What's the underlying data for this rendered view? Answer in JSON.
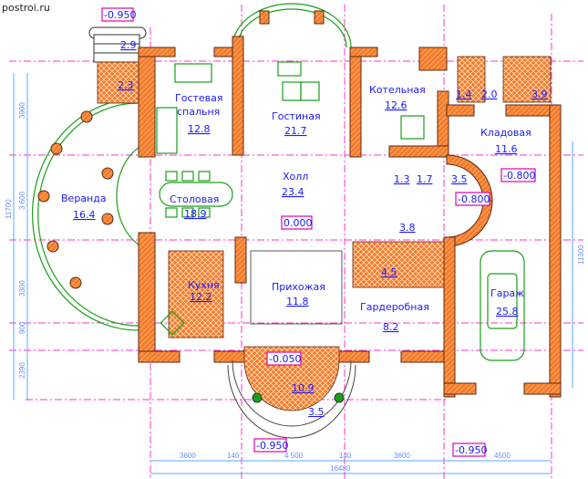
{
  "site_label": "postroi.ru",
  "rooms": {
    "guest_bedroom": {
      "name_line1": "Гостевая",
      "name_line2": "спальня",
      "area": "12.8"
    },
    "living_room": {
      "name": "Гостиная",
      "area": "21.7"
    },
    "boiler_room": {
      "name": "Котельная",
      "area": "12.6"
    },
    "storage": {
      "name": "Кладовая",
      "area": "11.6"
    },
    "hall": {
      "name": "Холл",
      "area": "23.4"
    },
    "veranda": {
      "name": "Веранда",
      "area": "16.4"
    },
    "dining": {
      "name": "Столовая",
      "area": "18.9"
    },
    "kitchen": {
      "name": "Кухня",
      "area": "12.2"
    },
    "entrance": {
      "name": "Прихожая",
      "area": "11.8"
    },
    "wardrobe": {
      "name": "Гардеробная",
      "area": "8.2"
    },
    "garage": {
      "name": "Гараж",
      "area": "25.8"
    },
    "porch_stair": {
      "area": "2.9"
    },
    "porch_small": {
      "area": "2.3"
    },
    "vestibule_a": {
      "area": "1.4"
    },
    "stair_b": {
      "area": "2.0"
    },
    "vestibule_c": {
      "area": "3.9"
    },
    "wc": {
      "area": "1.3"
    },
    "corridor": {
      "area": "1.7"
    },
    "round_room": {
      "area": "3.5"
    },
    "stair_main": {
      "area": "3.8"
    },
    "bathroom": {
      "area": "4.5"
    },
    "porch": {
      "area": "10.9"
    },
    "porch_steps": {
      "area": "3.5"
    }
  },
  "levels": {
    "top_left": "-0.950",
    "hall": "0.000",
    "storage": "-0.800",
    "round_room": "-0.800",
    "porch": "-0.050",
    "bottom_center": "-0.950",
    "bottom_right": "-0.950"
  },
  "dimensions": {
    "left": [
      "3900",
      "3 600",
      "3300",
      "900",
      "2390"
    ],
    "left_total": "11700",
    "right_total": "11300",
    "bottom": [
      "3600",
      "140",
      "4 500",
      "140",
      "3600",
      "4500"
    ],
    "bottom_total": "16480"
  },
  "colors": {
    "wall": "#f57c2a",
    "axis": "#ff30d0",
    "furniture": "#18a018",
    "text": "#1a1aff",
    "dimension": "#5aa8ff"
  }
}
